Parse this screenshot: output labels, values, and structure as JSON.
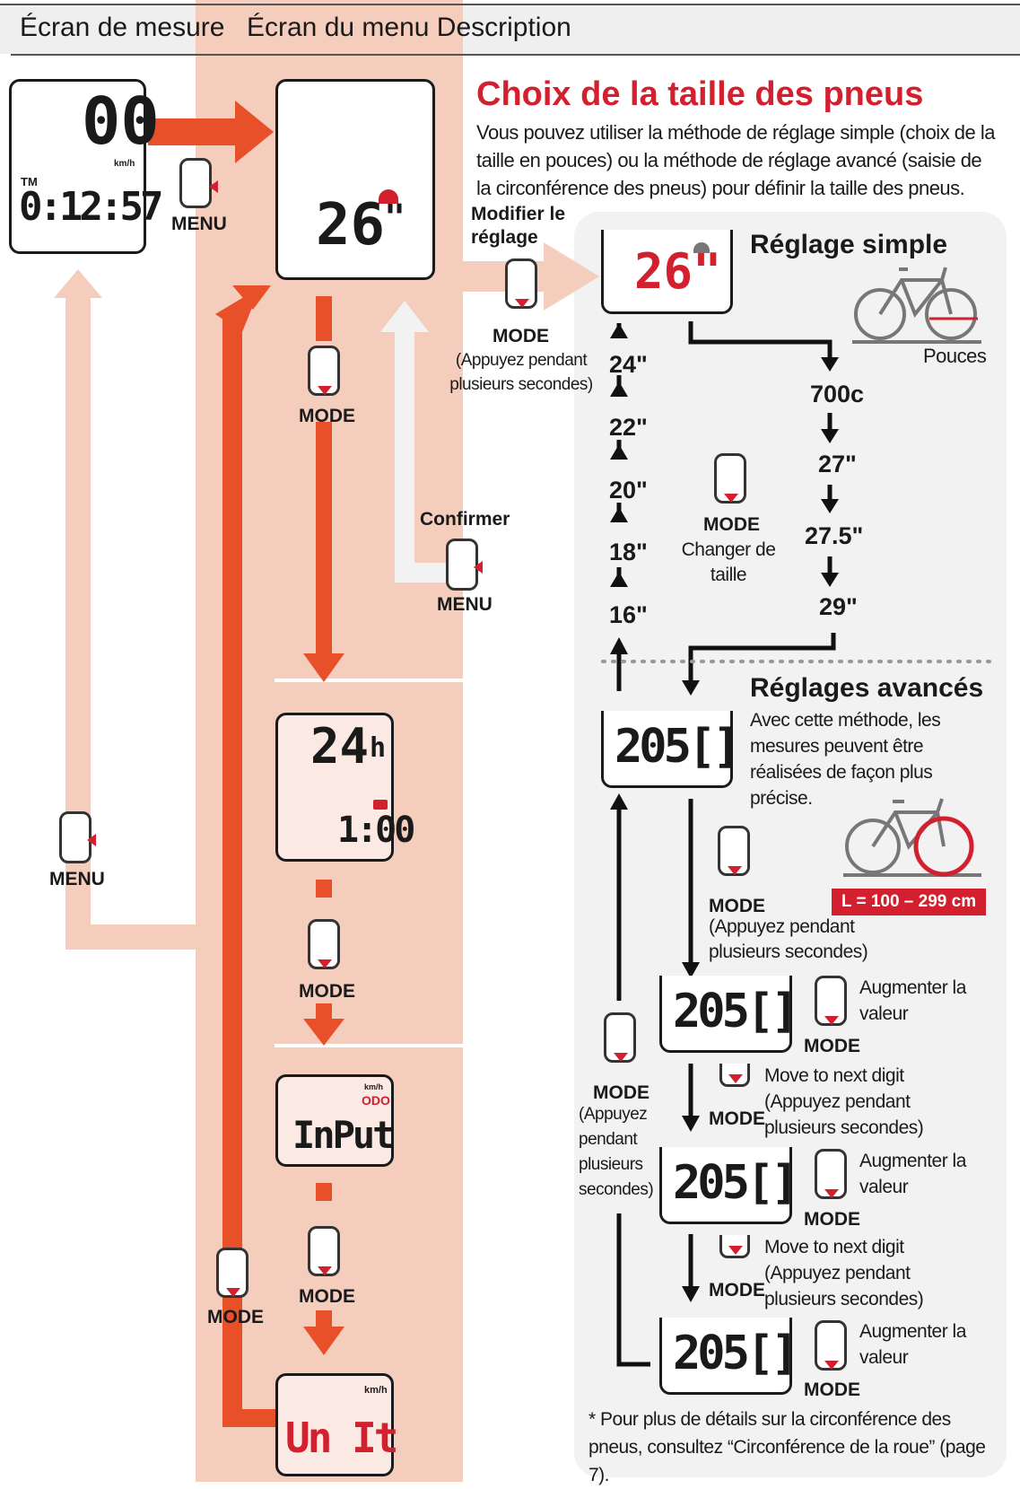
{
  "header": {
    "col_measure": "Écran de mesure",
    "col_menu": "Écran du menu Description"
  },
  "section": {
    "title": "Choix de la taille des pneus",
    "intro": "Vous pouvez utiliser la méthode de réglage simple (choix de la taille en pouces) ou la méthode de réglage avancé (saisie de la circonférence des pneus) pour définir la taille des pneus."
  },
  "measure_screen": {
    "speed": "00",
    "speed_unit": "km/h",
    "tm_label": "TM",
    "time": "0:12:57"
  },
  "menu_screens": {
    "tire": {
      "value": "26",
      "unit": "\""
    },
    "clock": {
      "value": "24",
      "suffix": "h",
      "time": "1:00"
    },
    "odo": {
      "value": "InPut",
      "unit": "km/h",
      "label": "ODO"
    },
    "unit": {
      "value": "Un It",
      "unit": "km/h"
    }
  },
  "buttons": {
    "menu": "MENU",
    "mode": "MODE"
  },
  "flow": {
    "modify_setting": "Modifier le réglage",
    "press_hold": "(Appuyez pendant plusieurs secondes)",
    "confirm": "Confirmer",
    "change_size": "Changer de taille",
    "increase_value": "Augmenter la valeur",
    "next_digit": "Move to next digit",
    "press_hold_left": "(Appuyez pendant plusieurs secondes)"
  },
  "simple": {
    "title": "Réglage simple",
    "display": "26\"",
    "inches_label": "Pouces",
    "sizes_down": [
      "700c",
      "27\"",
      "27.5\"",
      "29\""
    ],
    "sizes_up": [
      "24\"",
      "22\"",
      "20\"",
      "18\"",
      "16\""
    ]
  },
  "advanced": {
    "title": "Réglages avancés",
    "desc": "Avec cette méthode, les mesures peuvent être réalisées de façon plus précise.",
    "display": "205[]",
    "range": "L = 100 – 299 cm"
  },
  "footnote": "*  Pour plus de détails sur la circonférence des pneus, consultez “Circonférence de la roue” (page 7).",
  "colors": {
    "accent_red": "#d2202f",
    "flow_orange": "#e8502a",
    "band_pink": "#f5cdbd",
    "light_pink": "#f8d6c8",
    "panel_grey": "#f2f2f2"
  }
}
